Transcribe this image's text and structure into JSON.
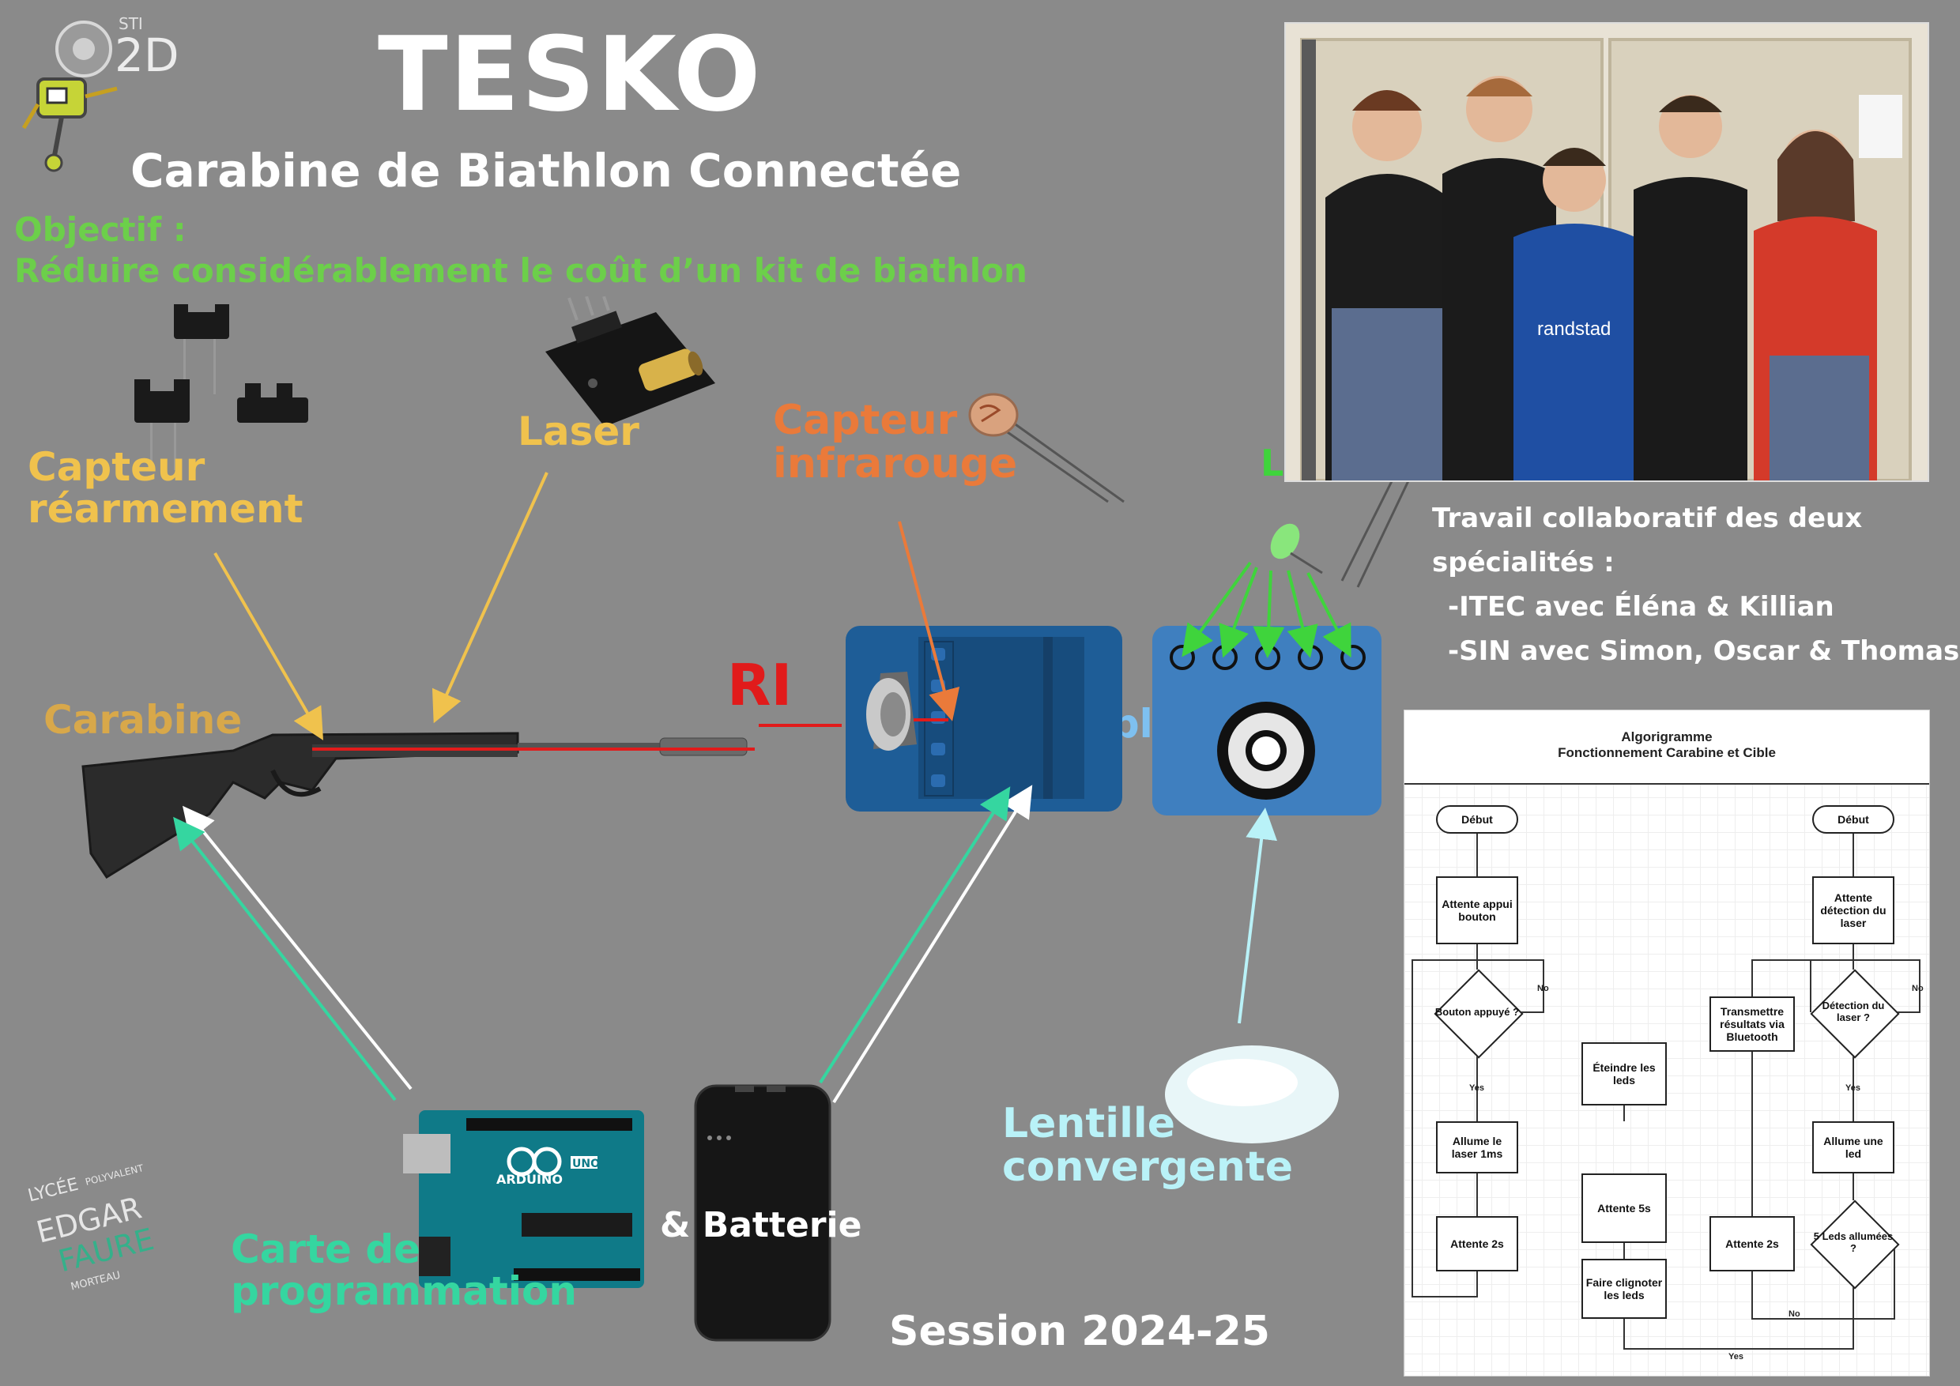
{
  "header": {
    "logo_sti": "STI",
    "logo_2d": "2D",
    "title": "TESKO",
    "subtitle": "Carabine de Biathlon Connectée",
    "objectif_label": "Objectif :",
    "objectif_text": "Réduire considérablement le coût d’un kit de biathlon"
  },
  "labels": {
    "capteur_rearmement_1": "Capteur",
    "capteur_rearmement_2": "réarmement",
    "laser": "Laser",
    "capteur_ir_1": "Capteur",
    "capteur_ir_2": "infrarouge",
    "led": "LED",
    "carabine": "Carabine",
    "ri": "RI",
    "cible": "Cible",
    "lentille_1": "Lentille",
    "lentille_2": "convergente",
    "carte_1": "Carte de",
    "carte_2": "programmation",
    "batterie": "& Batterie",
    "session": "Session 2024-25"
  },
  "team": {
    "line1": "Travail collaboratif des deux",
    "line2": "spécialités :",
    "line3": "-ITEC avec Éléna & Killian",
    "line4": "-SIN avec Simon, Oscar & Thomas"
  },
  "arduino": {
    "brand": "ARDUINO",
    "model": "UNO"
  },
  "school": {
    "lycee": "LYCÉE",
    "polyvalent": "POLYVALENT",
    "edgar": "EDGAR",
    "faure": "FAURE",
    "morteau": "MORTEAU"
  },
  "photo": {
    "shirt_text": "randstad"
  },
  "flowchart": {
    "title_1": "Algorigramme",
    "title_2": "Fonctionnement Carabine et Cible",
    "left": {
      "start": "Début",
      "wait_button": "Attente appui bouton",
      "decision": "Bouton appuyé ?",
      "laser_on": "Allume le laser 1ms",
      "wait": "Attente 2s",
      "no": "No",
      "yes": "Yes"
    },
    "middle": {
      "off_leds": "Éteindre les leds",
      "wait5": "Attente 5s",
      "blink": "Faire clignoter les leds",
      "transmit": "Transmettre résultats via Bluetooth",
      "wait2": "Attente 2s"
    },
    "right": {
      "start": "Début",
      "wait_detect": "Attente détection du laser",
      "decision": "Détection du laser ?",
      "led_on": "Allume une led",
      "decision5": "5 Leds allumées ?",
      "no": "No",
      "yes": "Yes",
      "no_bottom": "No",
      "yes_bottom": "Yes"
    }
  },
  "colors": {
    "background": "#8a8a8a",
    "red_arrow": "#e11b1b",
    "teal_arrow": "#35d6a0",
    "box_blue": "#1e5d97"
  }
}
